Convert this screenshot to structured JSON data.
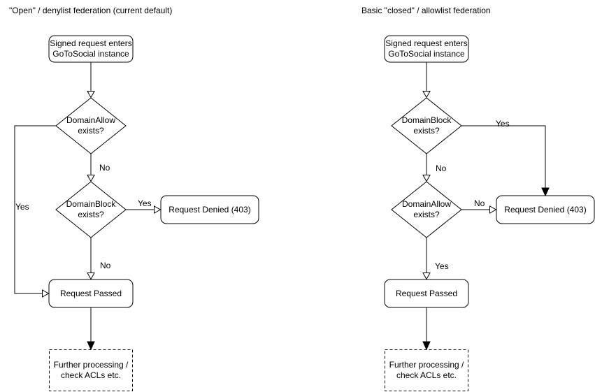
{
  "colors": {
    "stroke": "#000000",
    "node_fill": "#ffffff",
    "text": "#000000",
    "background": "#ffffff"
  },
  "left_chart": {
    "title": "\"Open\" / denylist federation (current default)",
    "start_node": "Signed request enters\nGoToSocial instance",
    "decision1": "DomainAllow\nexists?",
    "decision2": "DomainBlock\nexists?",
    "denied_node": "Request Denied (403)",
    "passed_node": "Request Passed",
    "further_node": "Further processing /\ncheck ACLs etc.",
    "labels": {
      "allow_yes": "Yes",
      "allow_no": "No",
      "block_yes": "Yes",
      "block_no": "No"
    }
  },
  "right_chart": {
    "title": "Basic \"closed\" / allowlist federation",
    "start_node": "Signed request enters\nGoToSocial instance",
    "decision1": "DomainBlock\nexists?",
    "decision2": "DomainAllow\nexists?",
    "denied_node": "Request Denied (403)",
    "passed_node": "Request Passed",
    "further_node": "Further processing /\ncheck ACLs etc.",
    "labels": {
      "block_yes": "Yes",
      "block_no": "No",
      "allow_no": "No",
      "allow_yes": "Yes"
    }
  }
}
